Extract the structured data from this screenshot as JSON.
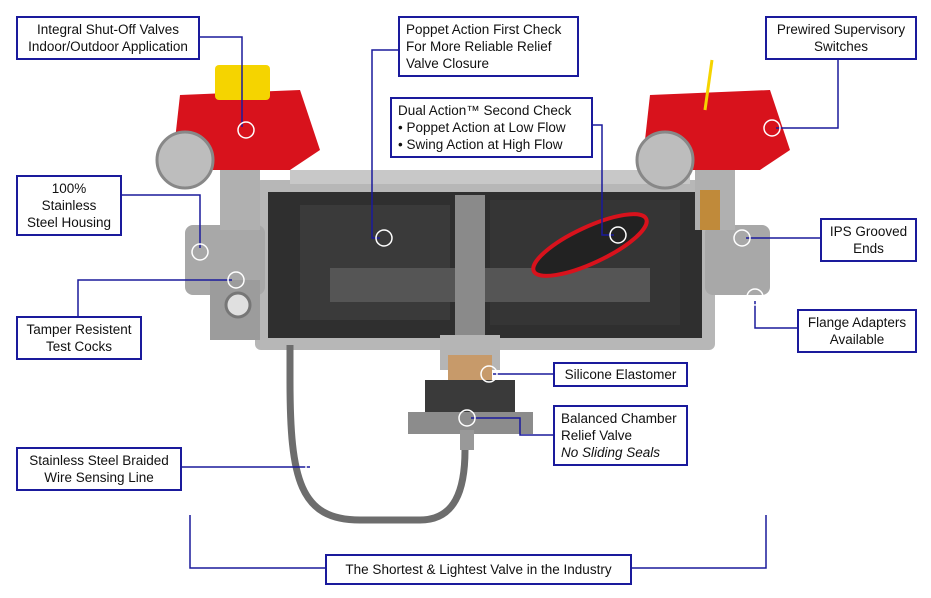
{
  "labels": {
    "shutoff": [
      "Integral Shut-Off Valves",
      "Indoor/Outdoor Application"
    ],
    "housing": [
      "100% Stainless",
      "Steel Housing"
    ],
    "test_cocks": [
      "Tamper Resistent",
      "Test Cocks"
    ],
    "sensing_line": [
      "Stainless Steel Braided",
      "Wire Sensing Line"
    ],
    "first_check": [
      "Poppet Action First Check",
      "For More Reliable Relief",
      "Valve Closure"
    ],
    "second_check": [
      "Dual Action™ Second Check",
      "• Poppet Action at Low Flow",
      "• Swing Action at High Flow"
    ],
    "switches": [
      "Prewired Supervisory",
      "Switches"
    ],
    "grooved_ends": [
      "IPS Grooved",
      "Ends"
    ],
    "flange": [
      "Flange Adapters",
      "Available"
    ],
    "elastomer": [
      "Silicone Elastomer"
    ],
    "relief": [
      "Balanced Chamber",
      "Relief Valve",
      "No Sliding Seals"
    ],
    "bottom": [
      "The Shortest & Lightest Valve in the Industry"
    ]
  },
  "colors": {
    "callout": "#1a1a9c",
    "valve_red": "#d8121c",
    "steel": "#9a9a9a",
    "handle_yellow": "#f5d400"
  }
}
